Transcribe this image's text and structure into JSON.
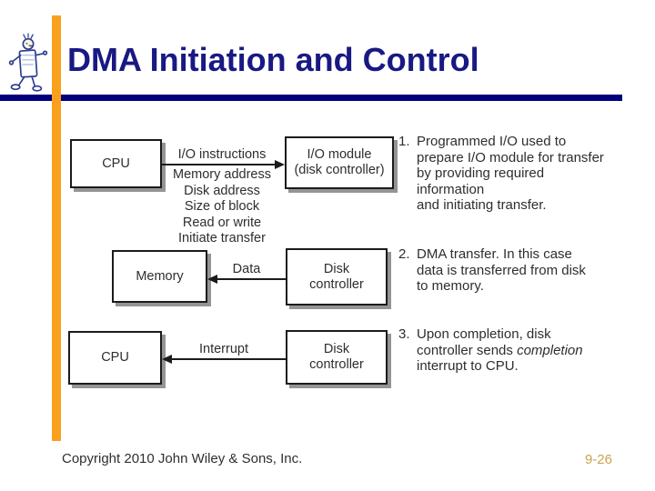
{
  "title": "DMA Initiation and Control",
  "logo_icon": "walking-figure",
  "diagram": {
    "row1": {
      "left_box": "CPU",
      "right_box": "I/O module\n(disk controller)",
      "arrow_label": "I/O instructions",
      "param_lines": [
        "Memory address",
        "Disk address",
        "Size of block",
        "Read or write",
        "Initiate transfer"
      ]
    },
    "row2": {
      "left_box": "Memory",
      "right_box": "Disk\ncontroller",
      "arrow_label": "Data"
    },
    "row3": {
      "left_box": "CPU",
      "right_box": "Disk\ncontroller",
      "arrow_label": "Interrupt"
    }
  },
  "notes": {
    "item1": {
      "number": "1.",
      "text": "Programmed I/O used to\nprepare I/O module for transfer\nby providing required information\nand initiating transfer."
    },
    "item2": {
      "number": "2.",
      "text": "DMA transfer. In this case\ndata is transferred from disk\nto memory."
    },
    "item3": {
      "number": "3.",
      "prefix": "Upon completion, disk\ncontroller sends ",
      "italic_word": "completion",
      "suffix": "\ninterrupt to CPU."
    }
  },
  "footer": {
    "copyright": "Copyright 2010 John Wiley & Sons, Inc.",
    "page_number": "9-26"
  },
  "colors": {
    "title": "#191983",
    "accent_bar": "#f9a11c",
    "header_rule": "#00007d",
    "diagram_ink": "#1b1b1b",
    "diagram_text": "#2e2e2e",
    "page_number": "#c8a353"
  }
}
